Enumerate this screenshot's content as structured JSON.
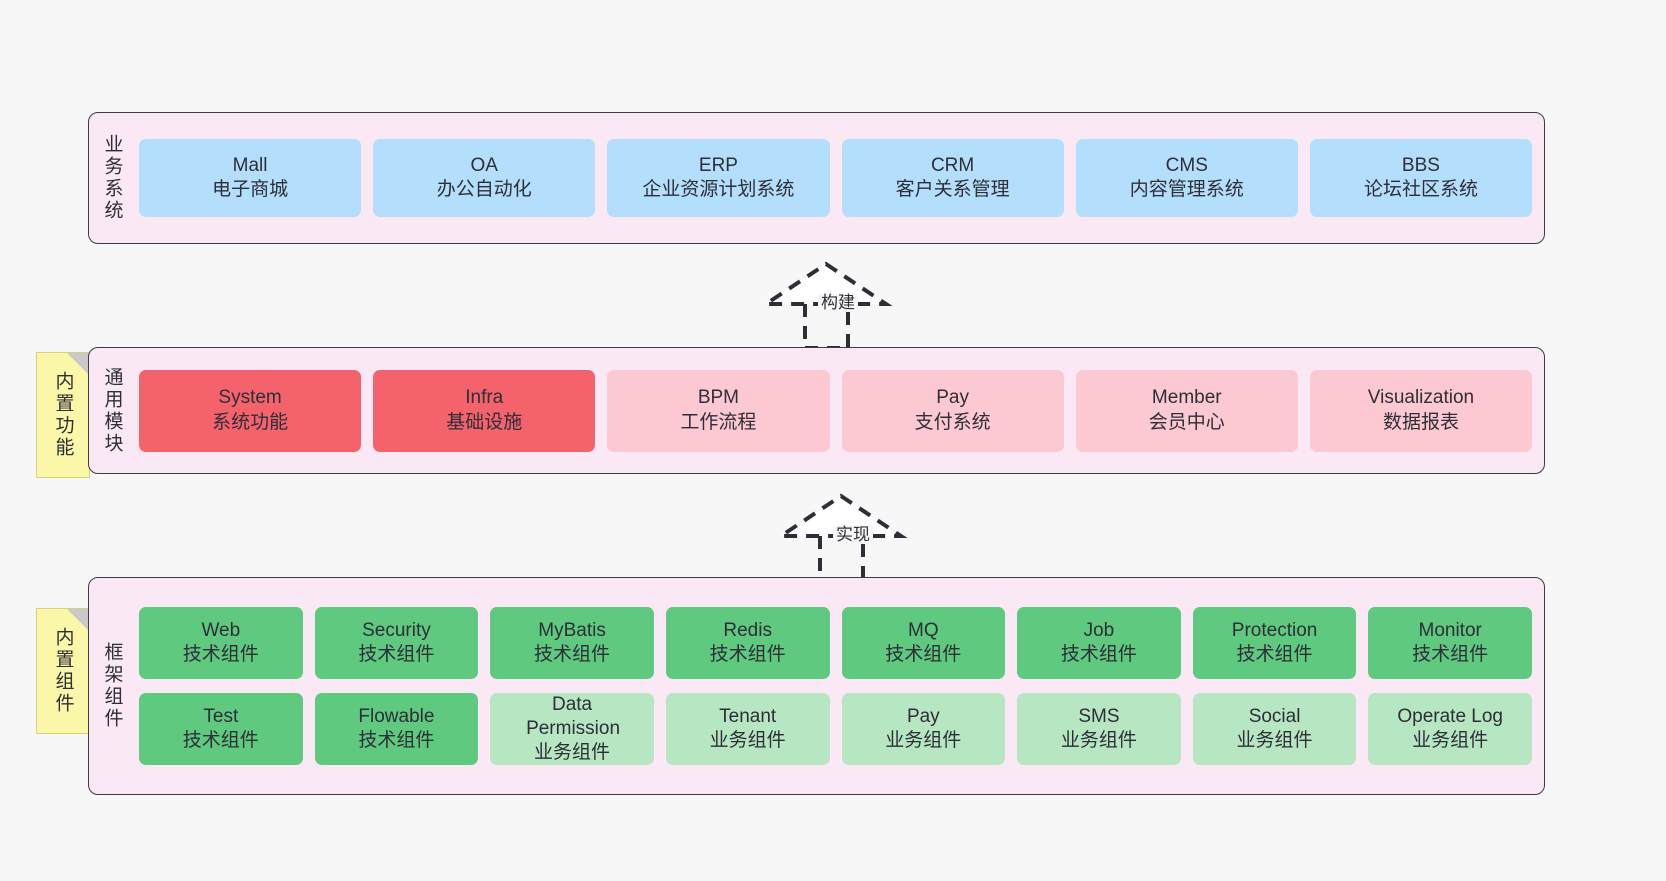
{
  "diagram": {
    "background_color": "#f7f7f7",
    "panel_color": "#fae9f4",
    "panel_border_color": "#3b3b46",
    "note_color": "#fbf7a8"
  },
  "layers": [
    {
      "id": "business-system",
      "title": "业务系统",
      "box_color": "#b3dffc",
      "items": [
        {
          "name": "Mall",
          "desc": "电子商城"
        },
        {
          "name": "OA",
          "desc": "办公自动化"
        },
        {
          "name": "ERP",
          "desc": "企业资源计划系统"
        },
        {
          "name": "CRM",
          "desc": "客户关系管理"
        },
        {
          "name": "CMS",
          "desc": "内容管理系统"
        },
        {
          "name": "BBS",
          "desc": "论坛社区系统"
        }
      ]
    },
    {
      "id": "common-module",
      "title": "通用模块",
      "note": "内置功能",
      "box_color_strong": "#f4626b",
      "box_color_soft": "#fcc9d2",
      "items": [
        {
          "name": "System",
          "desc": "系统功能",
          "emphasis": "strong"
        },
        {
          "name": "Infra",
          "desc": "基础设施",
          "emphasis": "strong"
        },
        {
          "name": "BPM",
          "desc": "工作流程",
          "emphasis": "soft"
        },
        {
          "name": "Pay",
          "desc": "支付系统",
          "emphasis": "soft"
        },
        {
          "name": "Member",
          "desc": "会员中心",
          "emphasis": "soft"
        },
        {
          "name": "Visualization",
          "desc": "数据报表",
          "emphasis": "soft"
        }
      ]
    },
    {
      "id": "framework-component",
      "title": "框架组件",
      "note": "内置组件",
      "box_color_tech": "#5ec97f",
      "box_color_service": "#b7e6c2",
      "row_tech": [
        {
          "name": "Web",
          "desc": "技术组件"
        },
        {
          "name": "Security",
          "desc": "技术组件"
        },
        {
          "name": "MyBatis",
          "desc": "技术组件"
        },
        {
          "name": "Redis",
          "desc": "技术组件"
        },
        {
          "name": "MQ",
          "desc": "技术组件"
        },
        {
          "name": "Job",
          "desc": "技术组件"
        },
        {
          "name": "Protection",
          "desc": "技术组件"
        },
        {
          "name": "Monitor",
          "desc": "技术组件"
        }
      ],
      "row_service": [
        {
          "name": "Test",
          "desc": "技术组件",
          "kind": "tech"
        },
        {
          "name": "Flowable",
          "desc": "技术组件",
          "kind": "tech"
        },
        {
          "name": "Data Permission",
          "desc": "业务组件",
          "kind": "service"
        },
        {
          "name": "Tenant",
          "desc": "业务组件",
          "kind": "service"
        },
        {
          "name": "Pay",
          "desc": "业务组件",
          "kind": "service"
        },
        {
          "name": "SMS",
          "desc": "业务组件",
          "kind": "service"
        },
        {
          "name": "Social",
          "desc": "业务组件",
          "kind": "service"
        },
        {
          "name": "Operate Log",
          "desc": "业务组件",
          "kind": "service"
        }
      ]
    }
  ],
  "connectors": [
    {
      "id": "build",
      "label": "构建",
      "from": "common-module",
      "to": "business-system"
    },
    {
      "id": "realize",
      "label": "实现",
      "from": "framework-component",
      "to": "common-module"
    }
  ]
}
